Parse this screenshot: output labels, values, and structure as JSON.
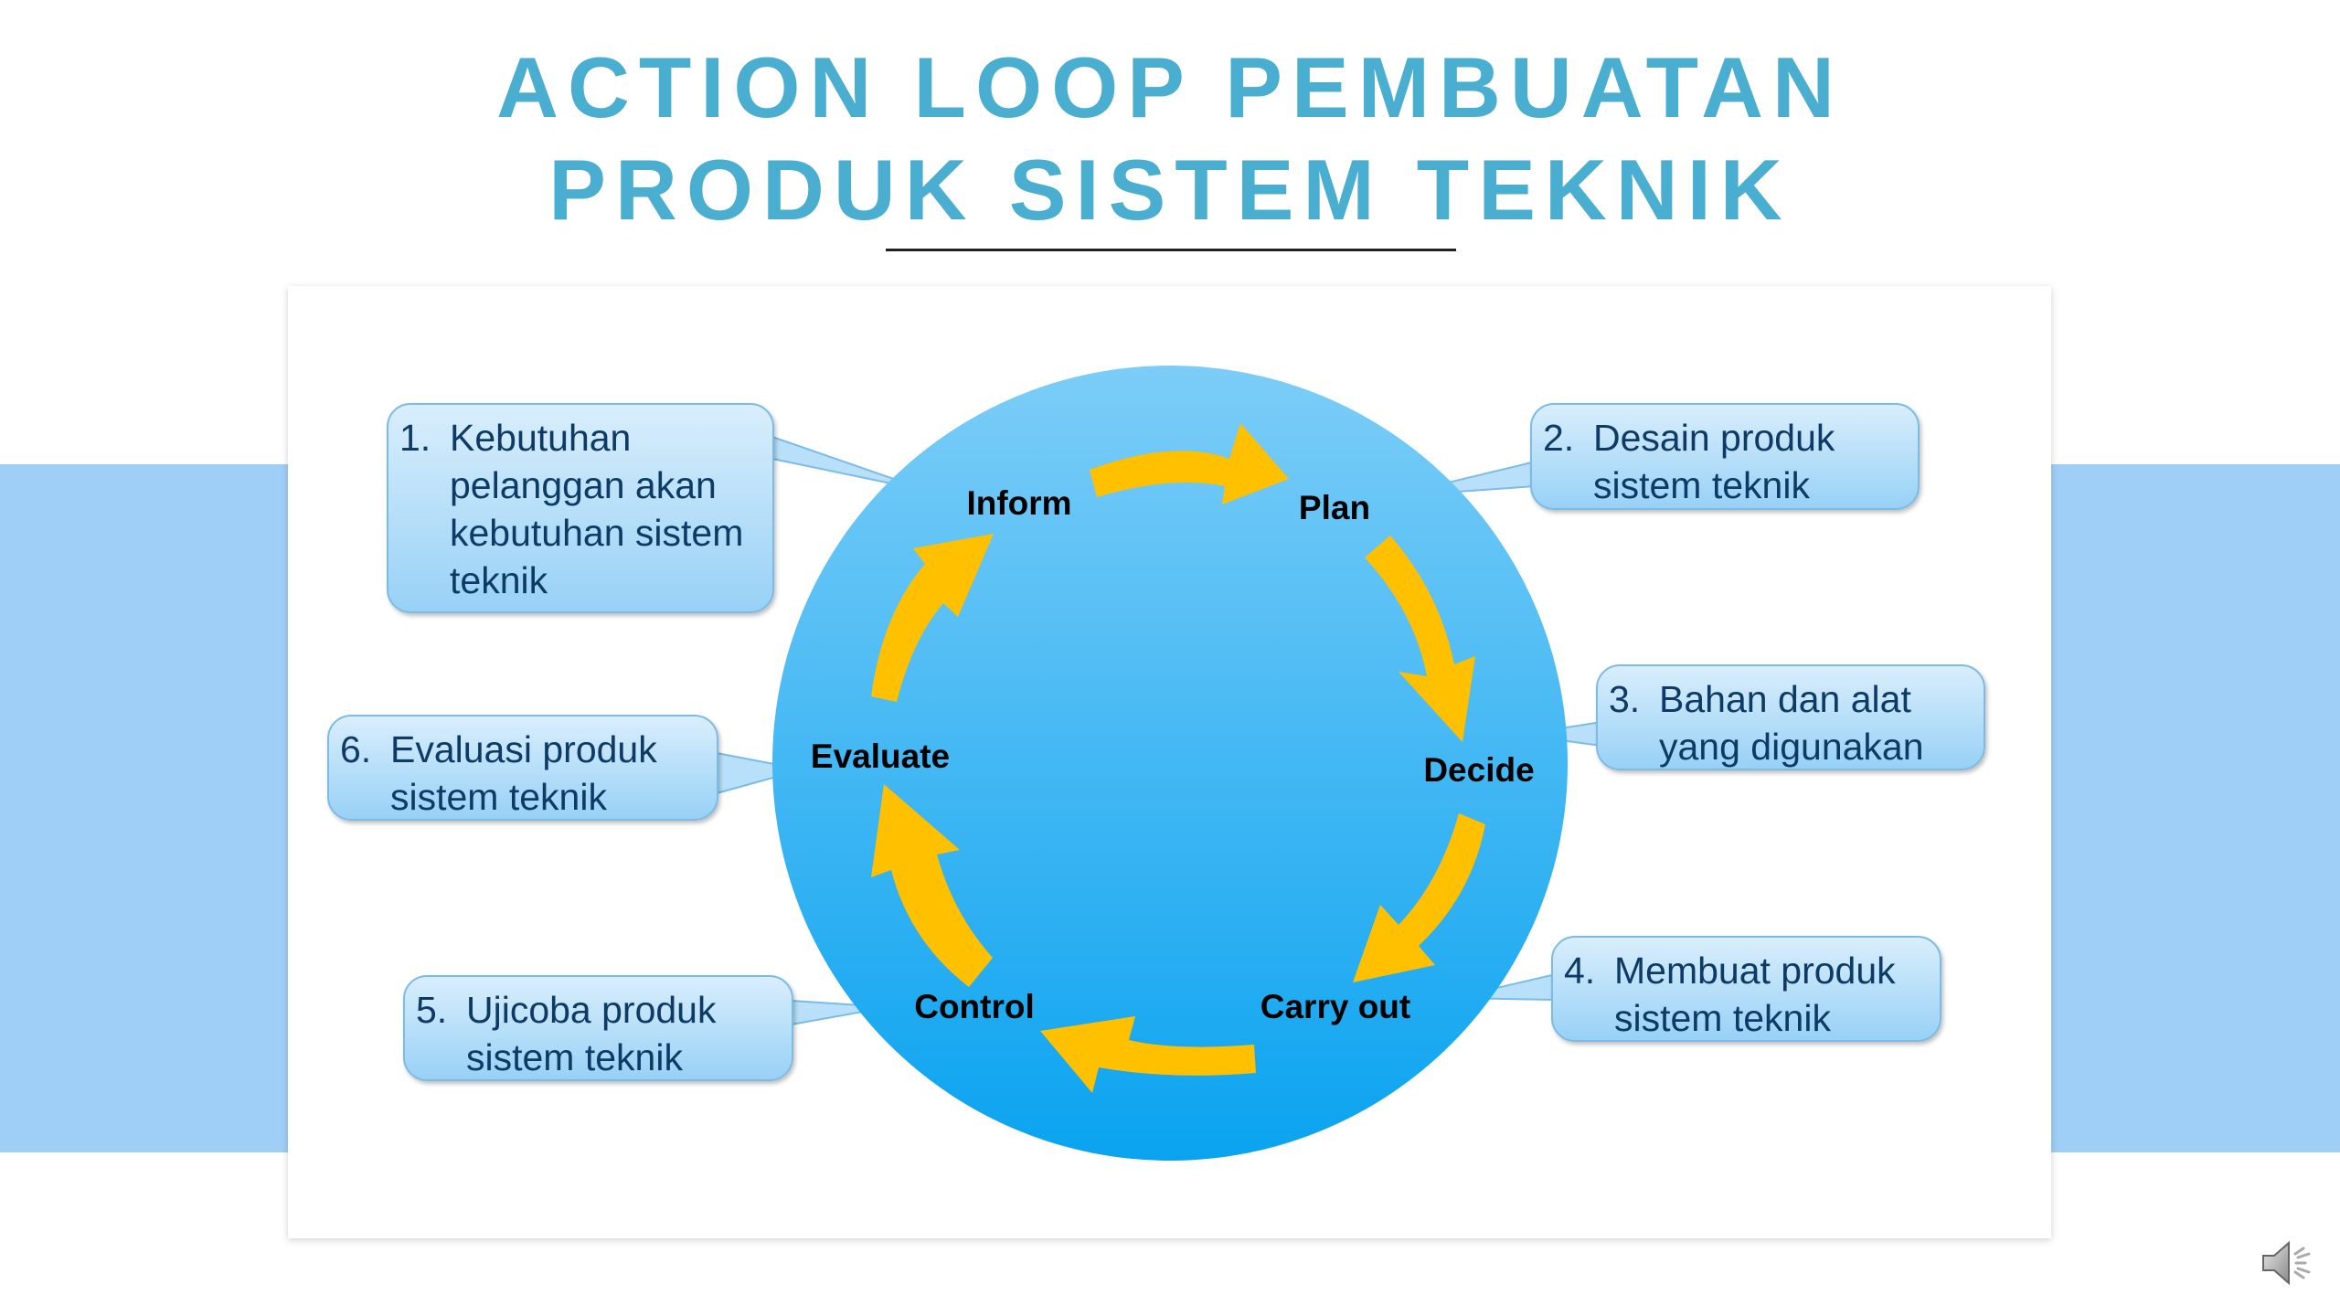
{
  "title": {
    "line1": "ACTION LOOP PEMBUATAN",
    "line2": "PRODUK SISTEM TEKNIK"
  },
  "cycle": {
    "nodes": [
      "Inform",
      "Plan",
      "Decide",
      "Carry out",
      "Control",
      "Evaluate"
    ]
  },
  "callouts": [
    {
      "number": "1.",
      "text": "Kebutuhan pelanggan akan kebutuhan sistem teknik"
    },
    {
      "number": "2.",
      "text": "Desain produk sistem teknik"
    },
    {
      "number": "3.",
      "text": "Bahan dan alat yang digunakan"
    },
    {
      "number": "4.",
      "text": "Membuat produk sistem teknik"
    },
    {
      "number": "5.",
      "text": "Ujicoba produk sistem teknik"
    },
    {
      "number": "6.",
      "text": "Evaluasi produk sistem teknik"
    }
  ],
  "colors": {
    "title": "#4aaed0",
    "band": "#9fcff7",
    "circle_top": "#7ccdf7",
    "circle_bottom": "#0aa3f0",
    "arrow": "#ffc000",
    "callout_text": "#0e3a66"
  },
  "icons": {
    "audio": "speaker-icon"
  }
}
